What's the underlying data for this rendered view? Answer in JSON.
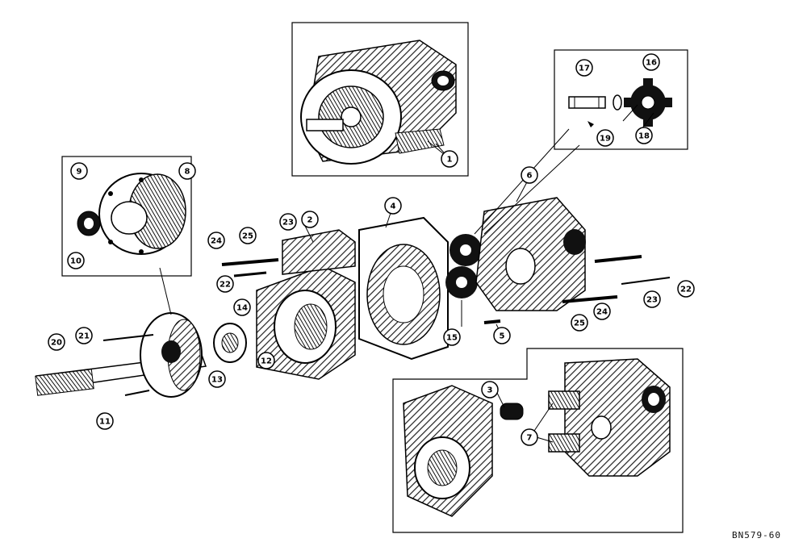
{
  "figure_code": "BN579-60",
  "callouts": [
    {
      "id": "c1",
      "label": "1"
    },
    {
      "id": "c2",
      "label": "2"
    },
    {
      "id": "c3",
      "label": "3"
    },
    {
      "id": "c4",
      "label": "4"
    },
    {
      "id": "c5",
      "label": "5"
    },
    {
      "id": "c6",
      "label": "6"
    },
    {
      "id": "c7",
      "label": "7"
    },
    {
      "id": "c8",
      "label": "8"
    },
    {
      "id": "c9",
      "label": "9"
    },
    {
      "id": "c10",
      "label": "10"
    },
    {
      "id": "c11",
      "label": "11"
    },
    {
      "id": "c12",
      "label": "12"
    },
    {
      "id": "c13",
      "label": "13"
    },
    {
      "id": "c14",
      "label": "14"
    },
    {
      "id": "c15",
      "label": "15"
    },
    {
      "id": "c16",
      "label": "16"
    },
    {
      "id": "c17",
      "label": "17"
    },
    {
      "id": "c18",
      "label": "18"
    },
    {
      "id": "c19",
      "label": "19"
    },
    {
      "id": "c20",
      "label": "20"
    },
    {
      "id": "c21",
      "label": "21"
    },
    {
      "id": "c22a",
      "label": "22"
    },
    {
      "id": "c22b",
      "label": "22"
    },
    {
      "id": "c23a",
      "label": "23"
    },
    {
      "id": "c23b",
      "label": "23"
    },
    {
      "id": "c24a",
      "label": "24"
    },
    {
      "id": "c24b",
      "label": "24"
    },
    {
      "id": "c25a",
      "label": "25"
    },
    {
      "id": "c25b",
      "label": "25"
    }
  ]
}
